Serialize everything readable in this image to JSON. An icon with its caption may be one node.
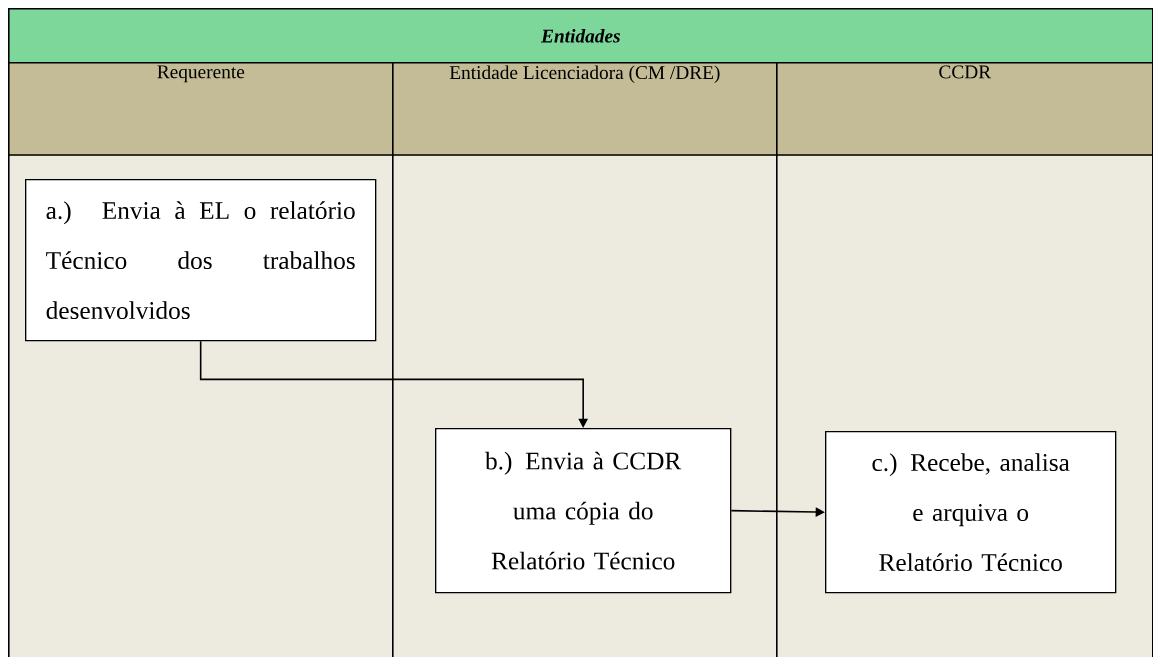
{
  "diagram": {
    "title": "Entidades",
    "nodes": [
      {
        "text": [
          "Requerente"
        ]
      },
      {
        "text": [
          "Entidade Licenciadora (CM /DRE)"
        ]
      },
      {
        "text": [
          "CCDR"
        ]
      },
      {
        "text": [
          "a.) Envia à EL o relatório Técnico dos trabalhos desenvolvidos"
        ],
        "in": 0
      },
      {
        "text": [
          "b.) Envia à CCDR uma cópia do Relatório Técnico"
        ],
        "in": 1
      },
      {
        "text": [
          "c.) Recebe, analisa e arquiva o Relatório Técnico"
        ],
        "in": 2
      }
    ],
    "edges": [
      {
        "from": 3,
        "to": 4,
        "arrow": "to"
      },
      {
        "from": 4,
        "to": 5,
        "arrow": "to"
      }
    ]
  }
}
